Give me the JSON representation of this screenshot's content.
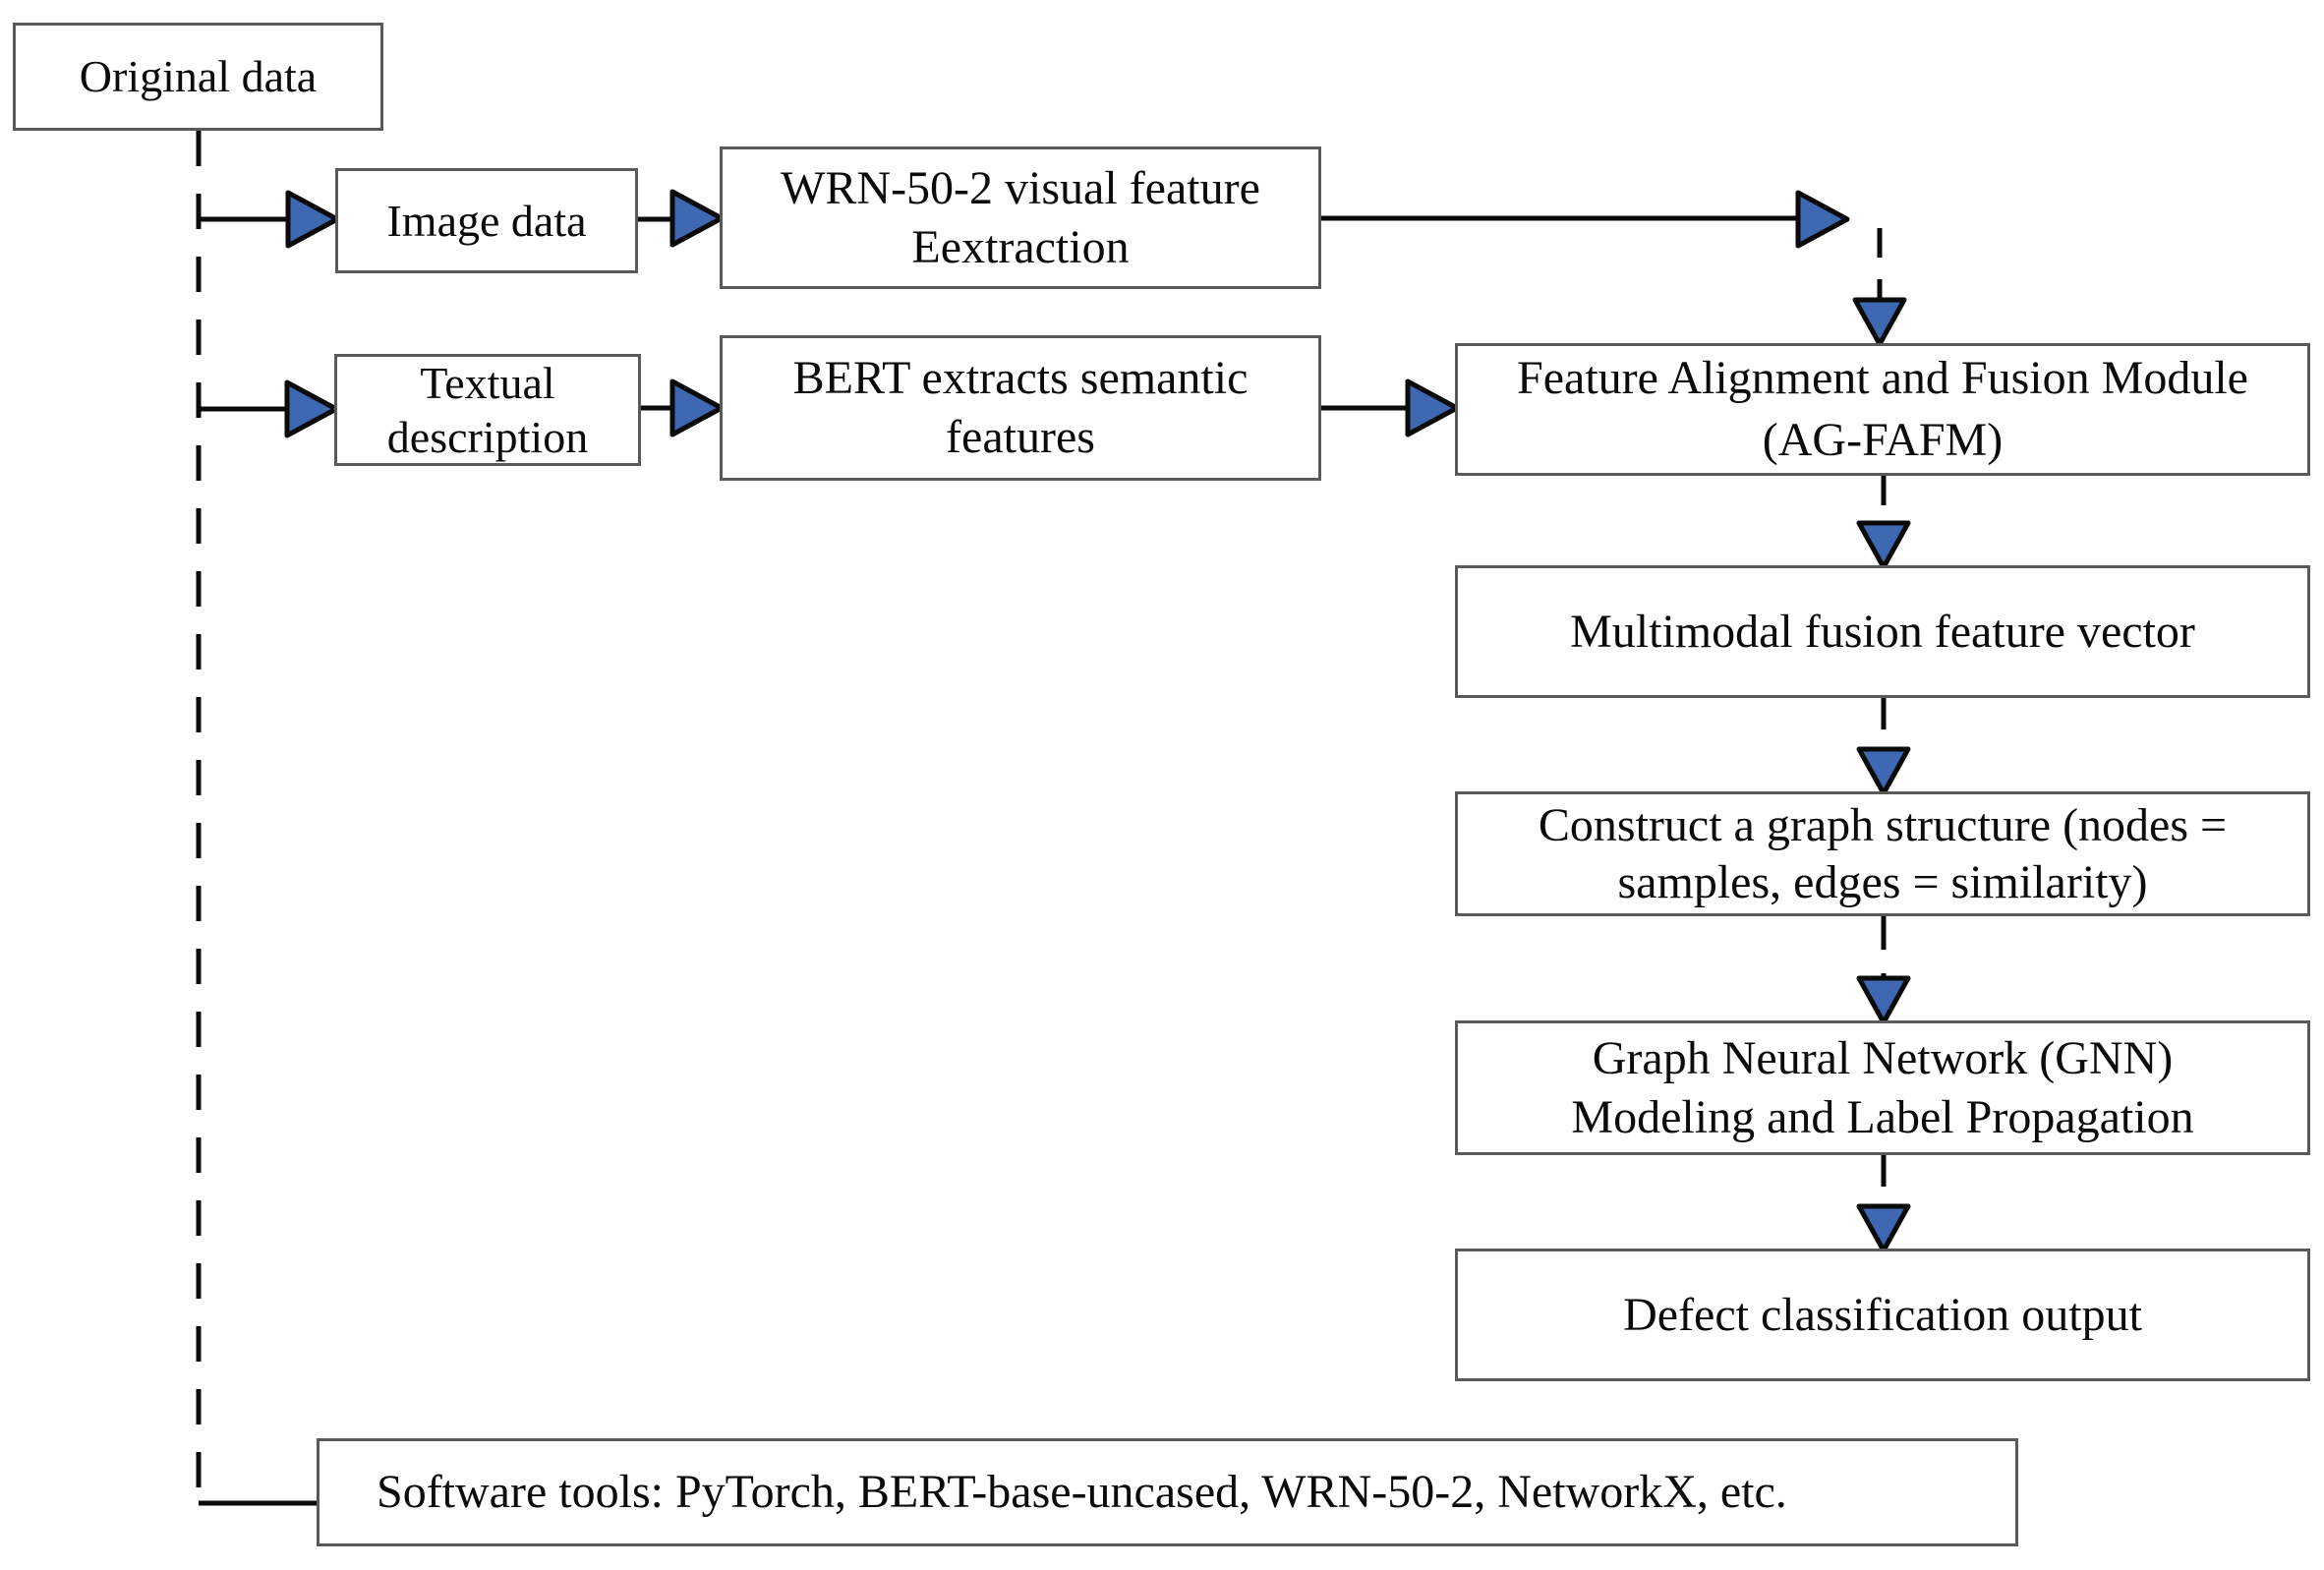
{
  "diagram": {
    "title": "Multimodal defect classification pipeline flowchart",
    "nodes": {
      "original_data": "Original data",
      "image_data": "Image data",
      "wrn": "WRN-50-2 visual feature\nEextraction",
      "textual_description": "Textual\ndescription",
      "bert": "BERT extracts semantic\nfeatures",
      "fafm": "Feature Alignment and Fusion Module\n(AG-FAFM)",
      "multimodal": "Multimodal fusion feature vector",
      "graph_structure": "Construct a graph structure (nodes =\nsamples, edges = similarity)",
      "gnn": "Graph Neural Network (GNN)\nModeling and Label Propagation",
      "defect_output": "Defect classification output",
      "software_tools": "Software tools: PyTorch, BERT-base-uncased, WRN-50-2, NetworkX, etc."
    },
    "edges": [
      {
        "from": "original_data",
        "to": "image_data",
        "style": "dashed-trunk-then-solid-arrow"
      },
      {
        "from": "original_data",
        "to": "textual_description",
        "style": "dashed-trunk-then-solid-arrow"
      },
      {
        "from": "original_data",
        "to": "software_tools",
        "style": "dashed-trunk-then-solid-arrow"
      },
      {
        "from": "image_data",
        "to": "wrn",
        "style": "solid-arrow"
      },
      {
        "from": "wrn",
        "to": "fafm",
        "style": "solid-then-dashed-down-arrow"
      },
      {
        "from": "textual_description",
        "to": "bert",
        "style": "solid-arrow"
      },
      {
        "from": "bert",
        "to": "fafm",
        "style": "solid-arrow"
      },
      {
        "from": "fafm",
        "to": "multimodal",
        "style": "dashed-down-arrow"
      },
      {
        "from": "multimodal",
        "to": "graph_structure",
        "style": "dashed-down-arrow"
      },
      {
        "from": "graph_structure",
        "to": "gnn",
        "style": "dashed-down-arrow"
      },
      {
        "from": "gnn",
        "to": "defect_output",
        "style": "dashed-down-arrow"
      }
    ],
    "colors": {
      "arrowhead_fill": "#3E68B2",
      "line": "#0a0a0a",
      "box_border": "#5a5a5a",
      "box_fill": "#ffffff",
      "background": "#ffffff",
      "text": "#0b0b0b"
    }
  }
}
